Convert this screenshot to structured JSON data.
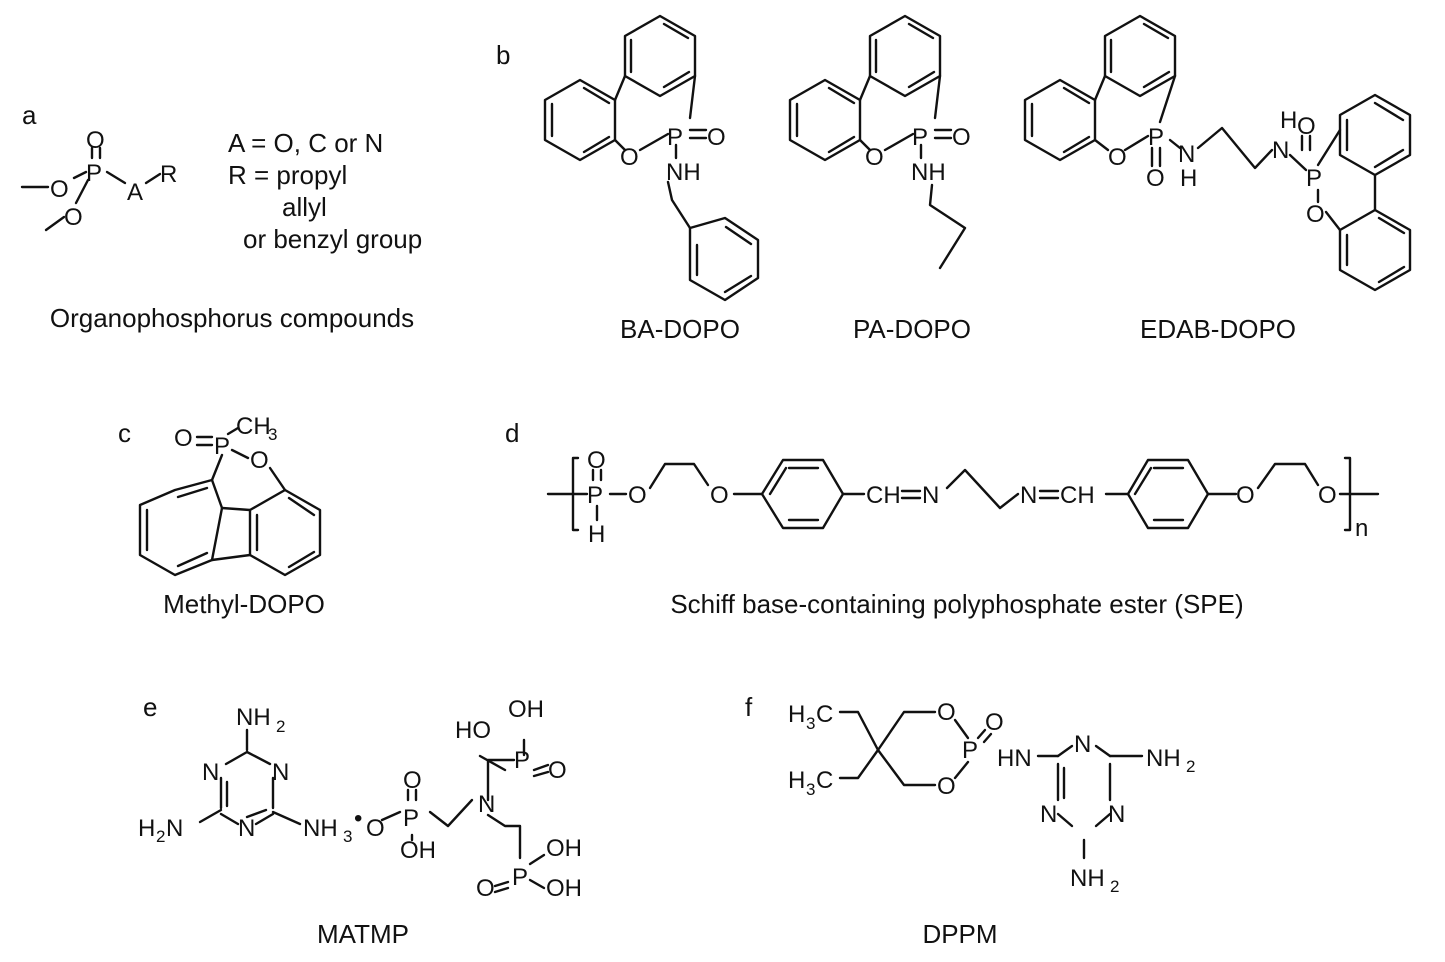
{
  "panels": {
    "a": {
      "letter": "a",
      "caption": "Organophosphorus compounds",
      "legend_line1": "A = O, C or N",
      "legend_line2": "R = propyl",
      "legend_line3": "allyl",
      "legend_line4": "or  benzyl group",
      "atom_O": "O",
      "atom_P": "P",
      "atom_A": "A",
      "atom_R": "R"
    },
    "b": {
      "letter": "b",
      "captions": [
        "BA-DOPO",
        "PA-DOPO",
        "EDAB-DOPO"
      ],
      "atom_O": "O",
      "atom_P": "P",
      "atom_NH": "NH",
      "atom_N": "N",
      "atom_H": "H"
    },
    "c": {
      "letter": "c",
      "caption": "Methyl-DOPO",
      "atom_CH": "CH",
      "sub_3": "3",
      "atom_O": "O",
      "atom_P": "P"
    },
    "d": {
      "letter": "d",
      "caption": "Schiff base-containing polyphosphate ester (SPE)",
      "atom_O": "O",
      "atom_P": "P",
      "atom_H": "H",
      "atom_N": "N",
      "atom_CH": "CH",
      "repeat_n": "n"
    },
    "e": {
      "letter": "e",
      "caption": "MATMP",
      "atom_N": "N",
      "atom_NH": "NH",
      "atom_H": "H",
      "sub_2": "2",
      "sub_3": "3",
      "atom_O": "O",
      "atom_OH": "OH",
      "atom_HO": "HO",
      "atom_P": "P",
      "dot": "•"
    },
    "f": {
      "letter": "f",
      "caption": "DPPM",
      "atom_H": "H",
      "atom_C": "C",
      "sub_3": "3",
      "sub_2": "2",
      "atom_O": "O",
      "atom_P": "P",
      "atom_HN": "HN",
      "atom_N": "N",
      "atom_NH": "NH"
    }
  }
}
